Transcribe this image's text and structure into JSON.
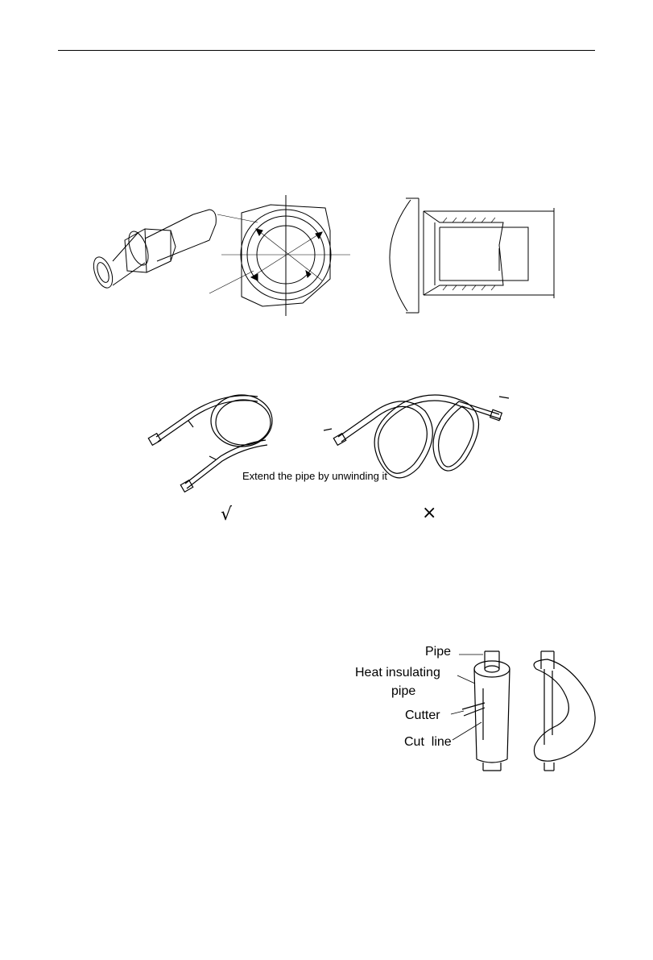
{
  "figure_pipe_coil": {
    "caption": "Extend the pipe by unwinding it",
    "correct_mark": "√",
    "wrong_mark": "×"
  },
  "figure_insulation": {
    "pipe_label": "Pipe",
    "insulation_label_line1": "Heat insulating",
    "insulation_label_line2": "pipe",
    "cutter_label": "Cutter",
    "cut_line_label": "Cut  line"
  }
}
